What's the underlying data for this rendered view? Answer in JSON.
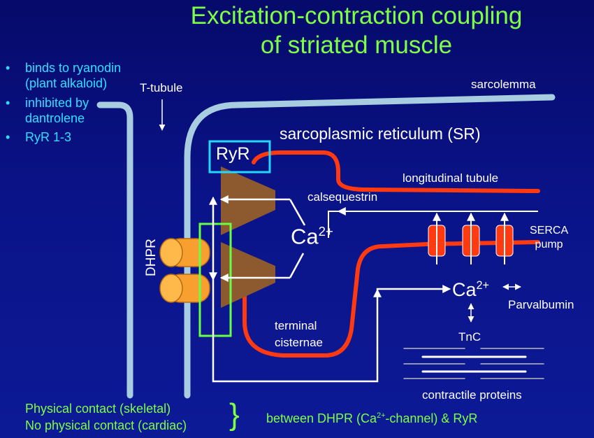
{
  "title": {
    "line1": "Excitation-contraction coupling",
    "line2": "of striated muscle"
  },
  "bullets": [
    {
      "marker": "•",
      "lines": [
        "binds to ryanodin",
        "(plant alkaloid)"
      ]
    },
    {
      "marker": "•",
      "lines": [
        "inhibited by",
        "dantrolene"
      ]
    },
    {
      "marker": "•",
      "lines": [
        "RyR 1-3"
      ]
    }
  ],
  "labels": {
    "t_tubule": "T-tubule",
    "sarcolemma": "sarcolemma",
    "sr": "sarcoplasmic reticulum (SR)",
    "ryr": "RyR",
    "longitudinal_tubule": "longitudinal tubule",
    "calsequestrin": "calsequestrin",
    "ca_main": "Ca",
    "ca_main_sup": "2+",
    "serca_line1": "SERCA",
    "serca_line2": "pump",
    "dhpr": "DHPR",
    "ca_right": "Ca",
    "ca_right_sup": "2+",
    "parvalbumin": "Parvalbumin",
    "tnc": "TnC",
    "terminal_line1": "terminal",
    "terminal_line2": "cisternae",
    "contractile": "contractile proteins"
  },
  "footer": {
    "skeletal": "Physical contact (skeletal)",
    "cardiac": "No physical contact (cardiac)",
    "brace": "}",
    "between_pre": "between DHPR (Ca",
    "between_sup": "2+",
    "between_post": "-channel) & RyR"
  },
  "colors": {
    "title": "#7dff45",
    "bullets": "#2de0ff",
    "membrane": "#a8cce0",
    "sr": "#ff3a10",
    "dhpr": "#f7a030",
    "ryr": "#8c5a2e",
    "ryr_box": "#22d8ff",
    "dhpr_box": "#66ff44"
  }
}
